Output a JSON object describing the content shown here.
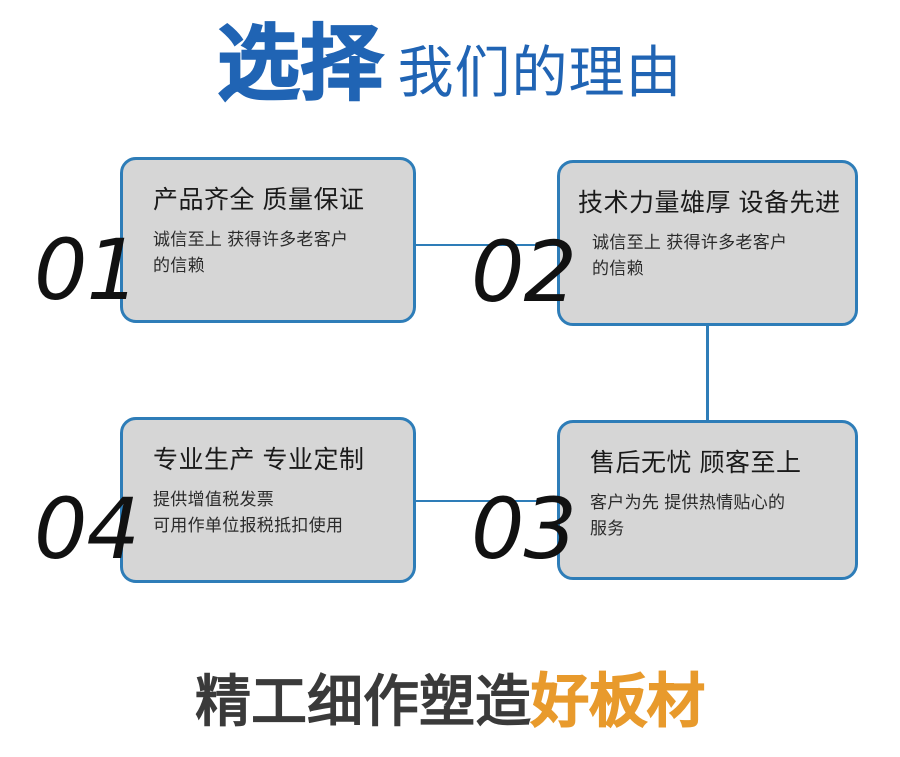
{
  "header": {
    "title_strong": "选择",
    "title_light": "我们的理由"
  },
  "cards": [
    {
      "index": "01",
      "title": "产品齐全 质量保证",
      "body_lines": [
        "诚信至上 获得许多老客户",
        "的信赖"
      ]
    },
    {
      "index": "02",
      "title": "技术力量雄厚 设备先进",
      "body_lines": [
        "诚信至上 获得许多老客户",
        "的信赖"
      ]
    },
    {
      "index": "03",
      "title": "售后无忧 顾客至上",
      "body_lines": [
        "客户为先 提供热情贴心的",
        "服务"
      ]
    },
    {
      "index": "04",
      "title": "专业生产 专业定制",
      "body_lines": [
        "提供增值税发票",
        "可用作单位报税抵扣使用"
      ]
    }
  ],
  "footer": {
    "text_dark": "精工细作塑造",
    "text_accent": "好板材"
  },
  "colors": {
    "brand_blue": "#2064b4",
    "border_blue": "#2e7db8",
    "card_fill": "#d6d6d6",
    "accent_orange": "#e89a2c",
    "footer_dark": "#3a3a3a",
    "background": "#ffffff"
  }
}
